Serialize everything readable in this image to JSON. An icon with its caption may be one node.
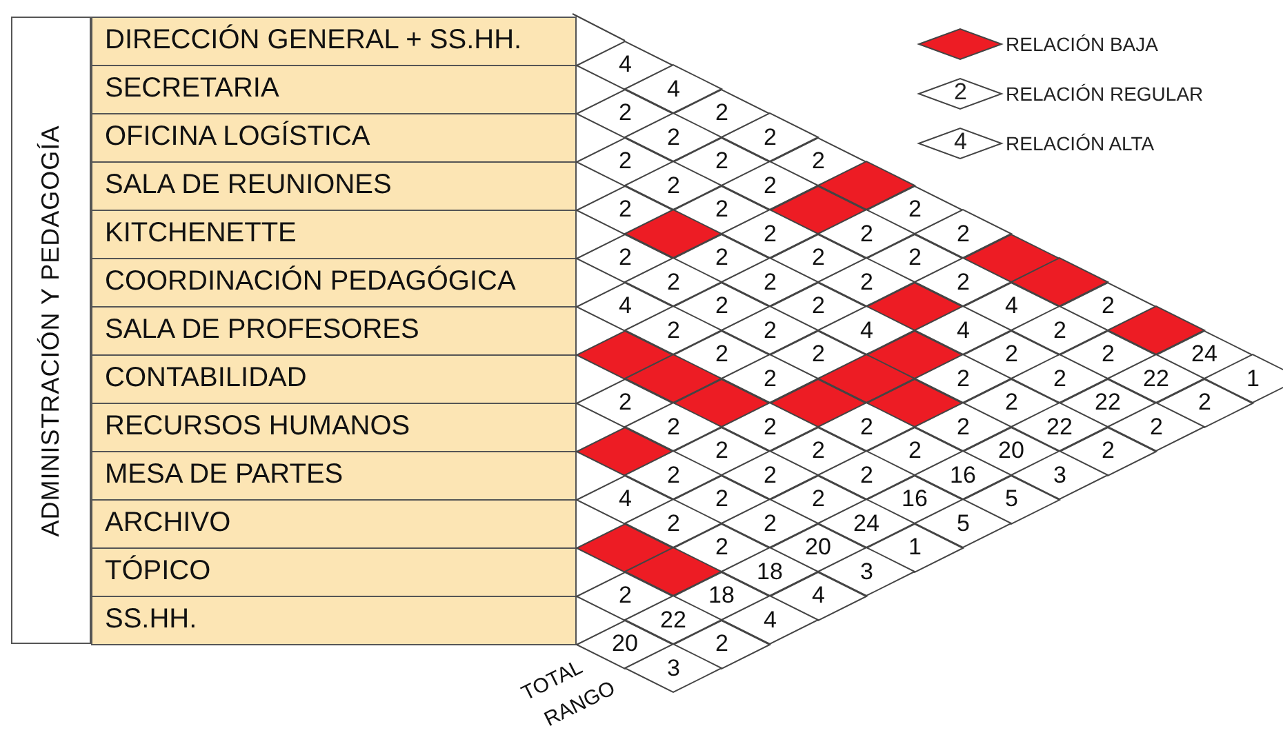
{
  "diagram": {
    "nodes": [
      {
        "text": [
          "ADMINISTRACIÓN Y PEDAGOGÍA"
        ]
      },
      {
        "text": [
          "DIRECCIÓN GENERAL + SS.HH."
        ]
      },
      {
        "text": [
          "SECRETARIA"
        ]
      },
      {
        "text": [
          "OFICINA LOGÍSTICA"
        ]
      },
      {
        "text": [
          "SALA DE REUNIONES"
        ]
      },
      {
        "text": [
          "KITCHENETTE"
        ]
      },
      {
        "text": [
          "COORDINACIÓN PEDAGÓGICA"
        ]
      },
      {
        "text": [
          "SALA DE PROFESORES"
        ]
      },
      {
        "text": [
          "CONTABILIDAD"
        ]
      },
      {
        "text": [
          "RECURSOS HUMANOS"
        ]
      },
      {
        "text": [
          "MESA DE PARTES"
        ]
      },
      {
        "text": [
          "ARCHIVO"
        ]
      },
      {
        "text": [
          "TÓPICO"
        ]
      },
      {
        "text": [
          "SS.HH."
        ]
      },
      {
        "text": [
          "4"
        ]
      },
      {
        "text": [
          "4"
        ]
      },
      {
        "text": [
          "2"
        ]
      },
      {
        "text": [
          "2"
        ]
      },
      {
        "text": [
          "2"
        ]
      },
      {
        "text": [],
        "shape": "diamond"
      },
      {
        "text": [
          "2"
        ]
      },
      {
        "text": [
          "2"
        ]
      },
      {
        "text": [],
        "shape": "diamond"
      },
      {
        "text": [],
        "shape": "diamond"
      },
      {
        "text": [
          "2"
        ]
      },
      {
        "text": [],
        "shape": "diamond"
      },
      {
        "text": [
          "24"
        ]
      },
      {
        "text": [
          "1"
        ]
      },
      {
        "text": [
          "2"
        ]
      },
      {
        "text": [
          "2"
        ]
      },
      {
        "text": [
          "2"
        ]
      },
      {
        "text": [
          "2"
        ]
      },
      {
        "text": [],
        "shape": "diamond"
      },
      {
        "text": [
          "2"
        ]
      },
      {
        "text": [
          "2"
        ]
      },
      {
        "text": [
          "2"
        ]
      },
      {
        "text": [
          "4"
        ]
      },
      {
        "text": [
          "2"
        ]
      },
      {
        "text": [
          "2"
        ]
      },
      {
        "text": [
          "22"
        ]
      },
      {
        "text": [
          "2"
        ]
      },
      {
        "text": [
          "2"
        ]
      },
      {
        "text": [
          "2"
        ]
      },
      {
        "text": [
          "2"
        ]
      },
      {
        "text": [
          "2"
        ]
      },
      {
        "text": [
          "2"
        ]
      },
      {
        "text": [
          "2"
        ]
      },
      {
        "text": [],
        "shape": "diamond"
      },
      {
        "text": [
          "4"
        ]
      },
      {
        "text": [
          "2"
        ]
      },
      {
        "text": [
          "2"
        ]
      },
      {
        "text": [
          "22"
        ]
      },
      {
        "text": [
          "2"
        ]
      },
      {
        "text": [
          "2"
        ]
      },
      {
        "text": [],
        "shape": "diamond"
      },
      {
        "text": [
          "2"
        ]
      },
      {
        "text": [
          "2"
        ]
      },
      {
        "text": [
          "2"
        ]
      },
      {
        "text": [
          "4"
        ]
      },
      {
        "text": [],
        "shape": "diamond"
      },
      {
        "text": [
          "2"
        ]
      },
      {
        "text": [
          "2"
        ]
      },
      {
        "text": [
          "22"
        ]
      },
      {
        "text": [
          "2"
        ]
      },
      {
        "text": [
          "2"
        ]
      },
      {
        "text": [
          "2"
        ]
      },
      {
        "text": [
          "2"
        ]
      },
      {
        "text": [
          "2"
        ]
      },
      {
        "text": [
          "2"
        ]
      },
      {
        "text": [],
        "shape": "diamond"
      },
      {
        "text": [],
        "shape": "diamond"
      },
      {
        "text": [
          "2"
        ]
      },
      {
        "text": [
          "20"
        ]
      },
      {
        "text": [
          "3"
        ]
      },
      {
        "text": [
          "4"
        ]
      },
      {
        "text": [
          "2"
        ]
      },
      {
        "text": [
          "2"
        ]
      },
      {
        "text": [
          "2"
        ]
      },
      {
        "text": [],
        "shape": "diamond"
      },
      {
        "text": [
          "2"
        ]
      },
      {
        "text": [
          "2"
        ]
      },
      {
        "text": [
          "16"
        ]
      },
      {
        "text": [
          "5"
        ]
      },
      {
        "text": [],
        "shape": "diamond"
      },
      {
        "text": [],
        "shape": "diamond"
      },
      {
        "text": [],
        "shape": "diamond"
      },
      {
        "text": [
          "2"
        ]
      },
      {
        "text": [
          "2"
        ]
      },
      {
        "text": [
          "2"
        ]
      },
      {
        "text": [
          "16"
        ]
      },
      {
        "text": [
          "5"
        ]
      },
      {
        "text": [
          "2"
        ]
      },
      {
        "text": [
          "2"
        ]
      },
      {
        "text": [
          "2"
        ]
      },
      {
        "text": [
          "2"
        ]
      },
      {
        "text": [
          "2"
        ]
      },
      {
        "text": [
          "24"
        ]
      },
      {
        "text": [
          "1"
        ]
      },
      {
        "text": [],
        "shape": "diamond"
      },
      {
        "text": [
          "2"
        ]
      },
      {
        "text": [
          "2"
        ]
      },
      {
        "text": [
          "2"
        ]
      },
      {
        "text": [
          "20"
        ]
      },
      {
        "text": [
          "3"
        ]
      },
      {
        "text": [
          "4"
        ]
      },
      {
        "text": [
          "2"
        ]
      },
      {
        "text": [
          "2"
        ]
      },
      {
        "text": [
          "18"
        ]
      },
      {
        "text": [
          "4"
        ]
      },
      {
        "text": [],
        "shape": "diamond"
      },
      {
        "text": [],
        "shape": "diamond"
      },
      {
        "text": [
          "18"
        ]
      },
      {
        "text": [
          "4"
        ]
      },
      {
        "text": [
          "2"
        ]
      },
      {
        "text": [
          "22"
        ]
      },
      {
        "text": [
          "2"
        ]
      },
      {
        "text": [
          "20"
        ]
      },
      {
        "text": [
          "3"
        ]
      }
    ],
    "labels": [
      "2",
      "4",
      "TOTAL",
      "RANGO"
    ],
    "legend": [
      {
        "text": "RELACIÓN BAJA",
        "color": "#ed1c24"
      },
      {
        "text": "RELACIÓN REGULAR"
      },
      {
        "text": "RELACIÓN ALTA"
      }
    ]
  }
}
